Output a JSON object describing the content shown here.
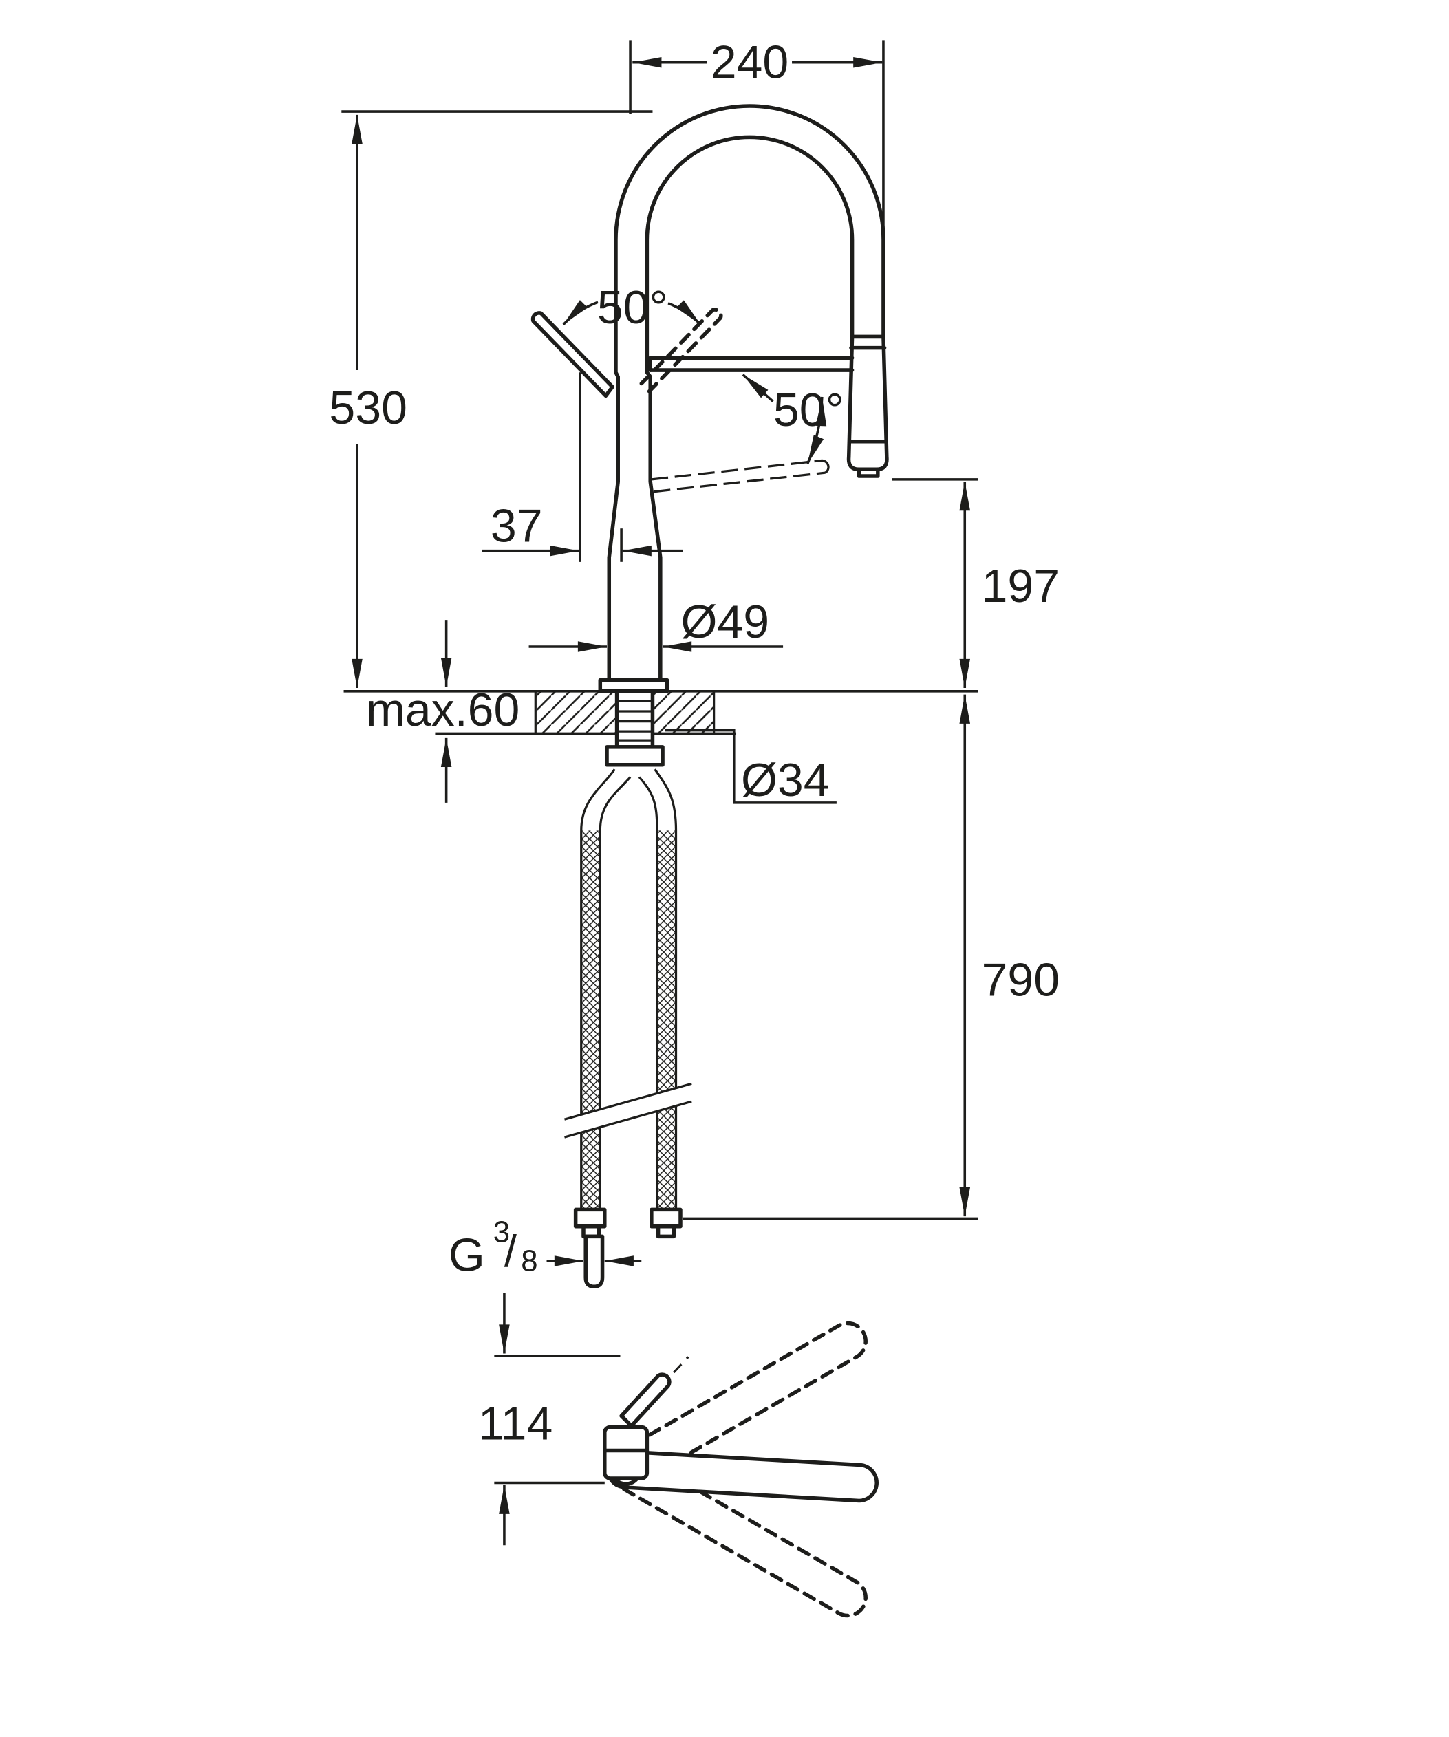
{
  "drawing": {
    "background": "#ffffff",
    "line_color": "#1d1d1b",
    "labels": {
      "spout_width": "240",
      "height": "530",
      "lever_angle_1": "50°",
      "lever_angle_2": "50°",
      "lever_offset": "37",
      "outlet_height": "197",
      "body_diameter": "Ø49",
      "max_deck_thickness": "max.60",
      "hole_diameter": "Ø34",
      "hose_drop": "790",
      "thread_g": "G",
      "thread_numerator": "3",
      "thread_slash": "/",
      "thread_denominator": "8",
      "spray_offset": "114"
    }
  }
}
